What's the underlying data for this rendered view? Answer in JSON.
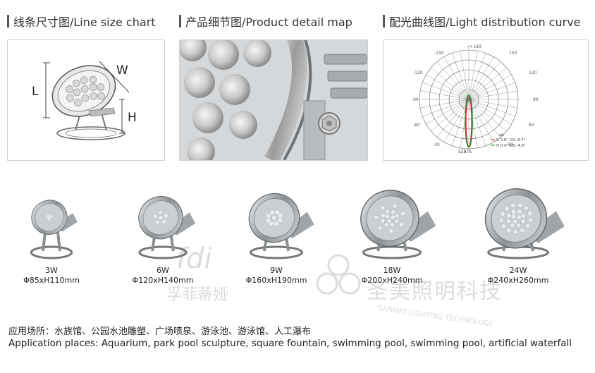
{
  "sections": {
    "line_size": {
      "title": "线条尺寸图/Line size chart",
      "labels": {
        "w": "W",
        "l": "L",
        "h": "H"
      }
    },
    "product_detail": {
      "title": "产品细节图/Product detail map"
    },
    "light_curve": {
      "title": "配光曲线图/Light distribution curve",
      "angle_labels": [
        "-/+180",
        "-150",
        "150",
        "-120",
        "120",
        "-90",
        "90",
        "-60",
        "60",
        "-30",
        "30"
      ],
      "center_value": "52875",
      "legend": [
        "cd",
        "V 0.0°  C0: 4.7°",
        "H 0.0°  C0: 4.0°"
      ]
    }
  },
  "products": [
    {
      "power": "3W",
      "dimensions": "Φ85xH110mm"
    },
    {
      "power": "6W",
      "dimensions": "Φ120xH140mm"
    },
    {
      "power": "9W",
      "dimensions": "Φ160xH190mm"
    },
    {
      "power": "18W",
      "dimensions": "Φ200xH240mm"
    },
    {
      "power": "24W",
      "dimensions": "Φ240xH260mm"
    }
  ],
  "watermarks": {
    "brand_a": "fdi",
    "brand_a_cn": "孚菲蒂娅",
    "brand_b_cn": "圣美照明科技",
    "brand_b_en": "SANMAY LIGHTING TECHNOLOGY"
  },
  "application": {
    "cn": "应用场所：水族馆、公园水池雕塑、广场喷泉、游泳池、游泳馆、人工瀑布",
    "en": "Application places: Aquarium, park pool sculpture, square fountain, swimming pool, swimming pool, artificial waterfall"
  }
}
